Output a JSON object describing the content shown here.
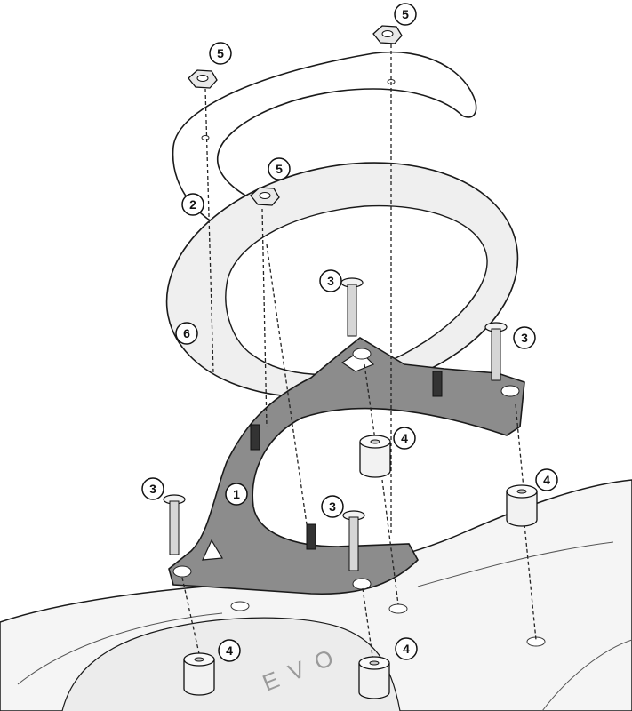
{
  "diagram": {
    "type": "exploded-assembly",
    "colors": {
      "plate": "#8c8c8c",
      "ring": "#efefef",
      "spacer": "#f2f2f2",
      "outline": "#1a1a1a",
      "tank_fill": "#f5f5f5",
      "background": "#ffffff",
      "callout_fill": "#ffffff"
    },
    "parts": [
      {
        "id": "1",
        "name": "bracket-plate"
      },
      {
        "id": "2",
        "name": "top-flange-ring"
      },
      {
        "id": "3",
        "name": "screw"
      },
      {
        "id": "4",
        "name": "spacer"
      },
      {
        "id": "5",
        "name": "nut"
      },
      {
        "id": "6",
        "name": "ring-adapter"
      }
    ],
    "callouts": [
      {
        "label": "5"
      },
      {
        "label": "5"
      },
      {
        "label": "5"
      },
      {
        "label": "2"
      },
      {
        "label": "6"
      },
      {
        "label": "1"
      },
      {
        "label": "3"
      },
      {
        "label": "3"
      },
      {
        "label": "3"
      },
      {
        "label": "3"
      },
      {
        "label": "4"
      },
      {
        "label": "4"
      },
      {
        "label": "4"
      },
      {
        "label": "4"
      }
    ],
    "logo": "EVO"
  }
}
